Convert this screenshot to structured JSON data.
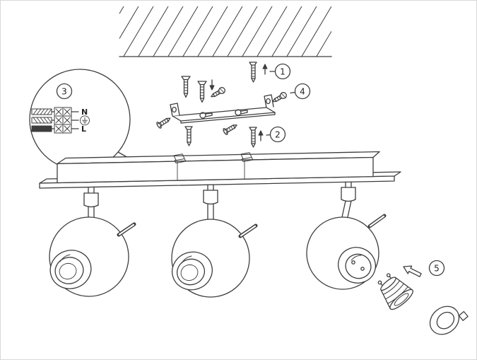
{
  "diagram": {
    "name": "ceiling-spotlight-mounting-instructions",
    "callouts": {
      "step1": "1",
      "step2": "2",
      "step3": "3",
      "step4": "4",
      "step5": "5"
    },
    "wiring": {
      "neutral_label": "N",
      "earth_symbol": "⏚",
      "live_label": "L"
    },
    "colors": {
      "line": "#3d3d3d",
      "background": "#ffffff"
    }
  }
}
